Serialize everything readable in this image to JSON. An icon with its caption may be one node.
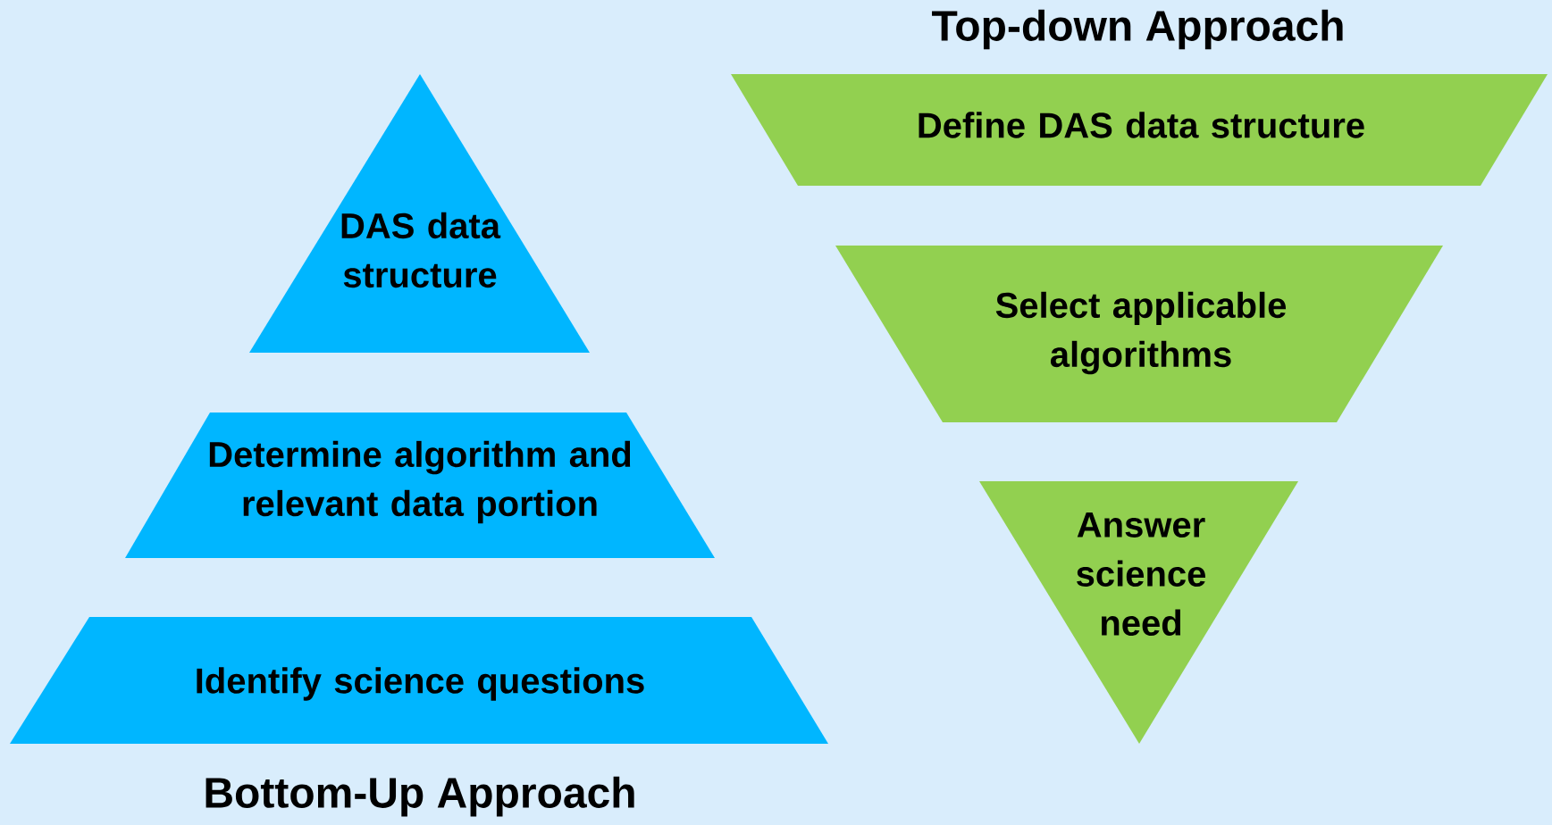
{
  "diagram": {
    "nodes": [
      {
        "text": [
          "DAS data structure"
        ]
      },
      {
        "text": [
          "Determine algorithm and relevant data portion"
        ]
      },
      {
        "text": [
          "Identify science questions"
        ]
      },
      {
        "text": [
          "Define DAS data structure"
        ]
      },
      {
        "text": [
          "Select applicable algorithms"
        ]
      },
      {
        "text": [
          "Answer science need"
        ]
      }
    ],
    "labels": [
      "Top-down Approach",
      "Bottom-Up Approach"
    ]
  }
}
